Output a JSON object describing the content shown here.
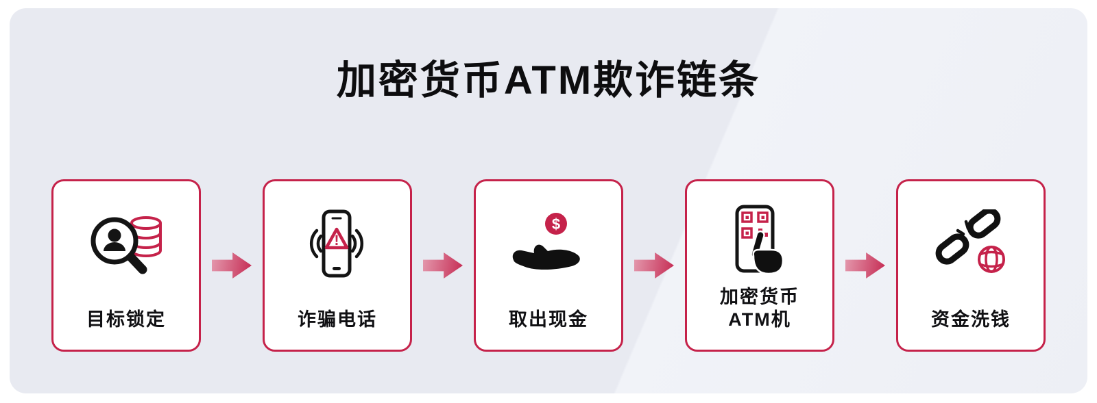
{
  "page": {
    "title": "加密货币ATM欺诈链条"
  },
  "colors": {
    "accent_red": "#C5224A",
    "arrow_gradient_from": "#E49AAE",
    "arrow_gradient_to": "#C52A52",
    "panel_background": "#E9EBF2",
    "card_background": "#FFFFFF",
    "text_color": "#0D0D0F"
  },
  "symbols": {
    "dollar": "$",
    "alert": "!"
  },
  "steps": [
    {
      "label": "目标锁定",
      "icon": "magnifier-user-database-icon"
    },
    {
      "label": "诈骗电话",
      "icon": "phone-alert-icon"
    },
    {
      "label": "取出现金",
      "icon": "hand-coin-icon"
    },
    {
      "label": "加密货币",
      "label2": "ATM机",
      "icon": "qr-phone-hand-icon"
    },
    {
      "label": "资金洗钱",
      "icon": "broken-chain-globe-icon"
    }
  ]
}
